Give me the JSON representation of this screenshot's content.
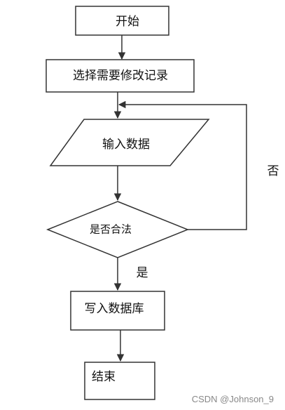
{
  "diagram": {
    "nodes": {
      "start": "开始",
      "select": "选择需要修改记录",
      "input": "输入数据",
      "check": "是否合法",
      "write": "写入数据库",
      "end": "结束"
    },
    "edge_labels": {
      "no": "否",
      "yes": "是"
    }
  },
  "watermark": "CSDN @Johnson_9",
  "colors": {
    "stroke": "#333333",
    "text": "#111111"
  }
}
